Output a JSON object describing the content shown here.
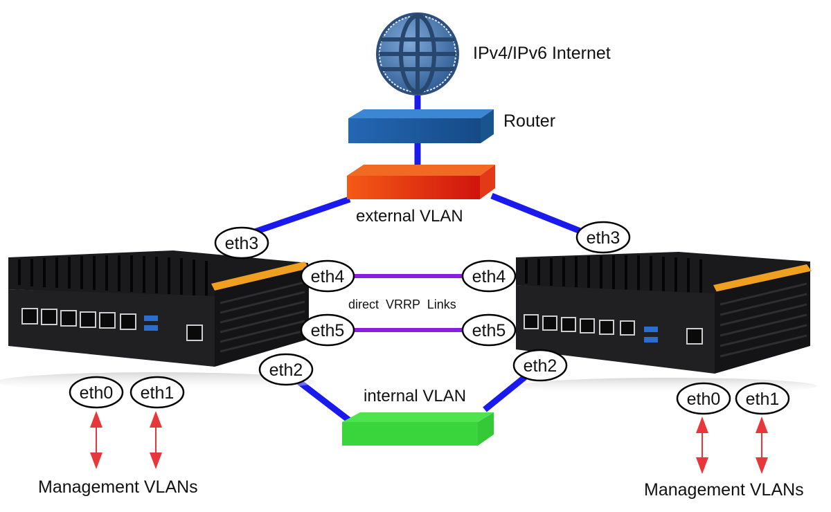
{
  "title": "VRRP redundant firewall network topology",
  "labels": {
    "internet": "IPv4/IPv6 Internet",
    "router": "Router",
    "external_vlan": "external VLAN",
    "internal_vlan": "internal VLAN",
    "vrrp_links": "direct  VRRP  Links",
    "mgmt_left": "Management VLANs",
    "mgmt_right": "Management VLANs"
  },
  "ports": {
    "left": {
      "eth0": "eth0",
      "eth1": "eth1",
      "eth2": "eth2",
      "eth3": "eth3",
      "eth4": "eth4",
      "eth5": "eth5"
    },
    "right": {
      "eth0": "eth0",
      "eth1": "eth1",
      "eth2": "eth2",
      "eth3": "eth3",
      "eth4": "eth4",
      "eth5": "eth5"
    }
  },
  "nodes": {
    "internet": {
      "type": "globe",
      "icon": "globe-icon"
    },
    "router": {
      "type": "switch",
      "icon": "router-icon"
    },
    "external_switch": {
      "type": "switch",
      "icon": "switch-icon"
    },
    "internal_switch": {
      "type": "switch",
      "icon": "switch-icon"
    },
    "appliance_left": {
      "type": "firewall-appliance",
      "icon": "appliance-icon",
      "rj45_ports": 6,
      "usb_ports": 2,
      "console_ports": 1
    },
    "appliance_right": {
      "type": "firewall-appliance",
      "icon": "appliance-icon",
      "rj45_ports": 6,
      "usb_ports": 2,
      "console_ports": 1
    }
  },
  "edges": [
    {
      "from": "internet",
      "to": "router",
      "kind": "uplink"
    },
    {
      "from": "router",
      "to": "external_switch",
      "kind": "uplink"
    },
    {
      "from": "external_switch",
      "to": "appliance_left.eth3",
      "kind": "vlan"
    },
    {
      "from": "external_switch",
      "to": "appliance_right.eth3",
      "kind": "vlan"
    },
    {
      "from": "appliance_left.eth4",
      "to": "appliance_right.eth4",
      "kind": "vrrp"
    },
    {
      "from": "appliance_left.eth5",
      "to": "appliance_right.eth5",
      "kind": "vrrp"
    },
    {
      "from": "appliance_left.eth2",
      "to": "internal_switch",
      "kind": "vlan"
    },
    {
      "from": "appliance_right.eth2",
      "to": "internal_switch",
      "kind": "vlan"
    },
    {
      "from": "appliance_left.eth0",
      "to": "mgmt_left",
      "kind": "management"
    },
    {
      "from": "appliance_left.eth1",
      "to": "mgmt_left",
      "kind": "management"
    },
    {
      "from": "appliance_right.eth0",
      "to": "mgmt_right",
      "kind": "management"
    },
    {
      "from": "appliance_right.eth1",
      "to": "mgmt_right",
      "kind": "management"
    }
  ],
  "colors": {
    "vlan_link": "#1a1aee",
    "vrrp_link": "#8a1ee0",
    "mgmt_arrow": "#e8373a",
    "router": "#1f5fae",
    "external_switch": "#e8401a",
    "internal_switch": "#35d63a",
    "globe": "#3c6ea8",
    "appliance_body": "#1c1c1e",
    "appliance_trim": "#f0a020",
    "usb": "#2a6fd0"
  }
}
